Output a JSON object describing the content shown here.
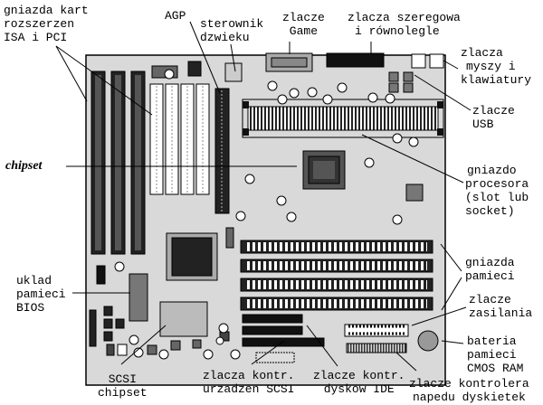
{
  "labels": {
    "card_slots": [
      "gniazda kart",
      "rozszerzen",
      "ISA i PCI"
    ],
    "agp": "AGP",
    "sound": [
      "sterownik",
      "dzwieku"
    ],
    "game": [
      "zlacze",
      "Game"
    ],
    "serial_parallel": [
      "zlacza szeregowa",
      "i równolegle"
    ],
    "mouse_kbd": [
      "zlacza",
      "myszy i",
      "klawiatury"
    ],
    "usb": [
      "zlacze",
      "USB"
    ],
    "chipset": "chipset",
    "cpu_socket": [
      "gniazdo",
      "procesora",
      "(slot lub",
      "socket)"
    ],
    "memory_slots": [
      "gniazda",
      "pamieci"
    ],
    "power": [
      "zlacze",
      "zasilania"
    ],
    "cmos_battery": [
      "bateria",
      "pamieci",
      "CMOS RAM"
    ],
    "bios": [
      "uklad",
      "pamieci",
      "BIOS"
    ],
    "scsi_chipset": [
      "SCSI",
      "chipset"
    ],
    "scsi_connectors": [
      "zlacza kontr.",
      "urzadzen SCSI"
    ],
    "ide": [
      "zlacze kontr.",
      "dyskow IDE"
    ],
    "floppy": [
      "zlacze kontrolera",
      "napedu dyskietek"
    ]
  },
  "colors": {
    "board": "#d9d9d9",
    "outline": "#000000",
    "chip_dark": "#555555",
    "slot_white": "#ffffff",
    "component_gray": "#999999"
  }
}
